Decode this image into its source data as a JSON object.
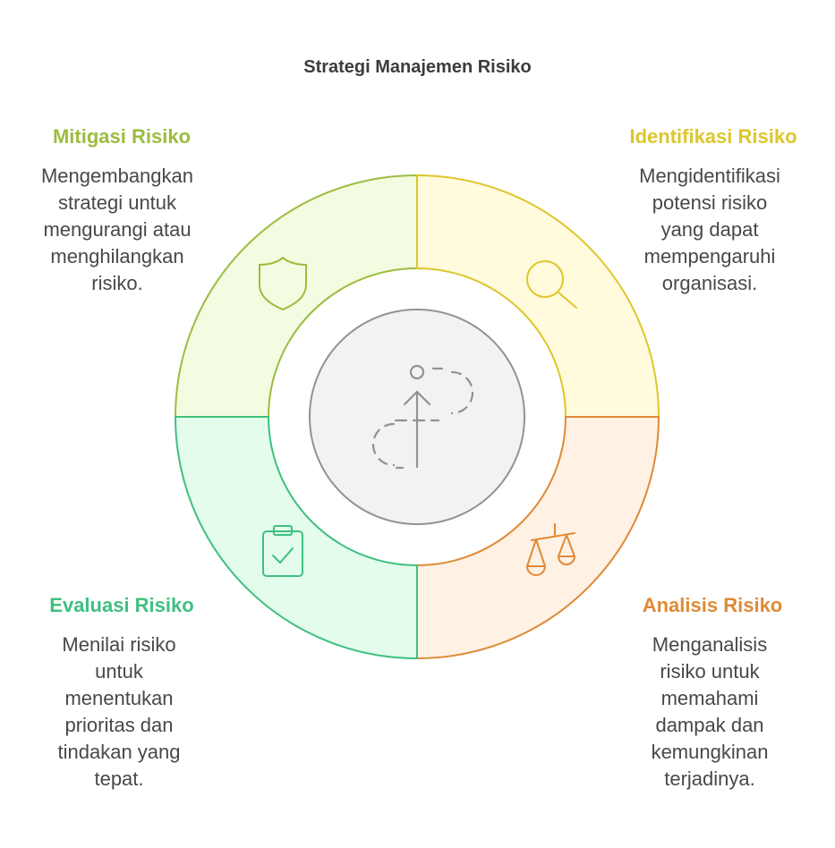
{
  "title": "Strategi Manajemen Risiko",
  "quadrants": [
    {
      "key": "mitigasi",
      "heading": "Mitigasi Risiko",
      "description": [
        "Mengembangkan",
        "strategi untuk",
        "mengurangi atau",
        "menghilangkan",
        "risiko."
      ],
      "icon": "shield-icon",
      "color": "#9bbd3f",
      "fill": "#f3fbe0"
    },
    {
      "key": "identifikasi",
      "heading": "Identifikasi Risiko",
      "description": [
        "Mengidentifikasi",
        "potensi risiko",
        "yang dapat",
        "mempengaruhi",
        "organisasi."
      ],
      "icon": "magnifier-icon",
      "color": "#ddc62c",
      "fill": "#fffbdc"
    },
    {
      "key": "evaluasi",
      "heading": "Evaluasi Risiko",
      "description": [
        "Menilai risiko",
        "untuk",
        "menentukan",
        "prioritas dan",
        "tindakan yang",
        "tepat."
      ],
      "icon": "clipboard-check-icon",
      "color": "#3fc07e",
      "fill": "#e3fcec"
    },
    {
      "key": "analisis",
      "heading": "Analisis Risiko",
      "description": [
        "Menganalisis",
        "risiko untuk",
        "memahami",
        "dampak dan",
        "kemungkinan",
        "terjadinya."
      ],
      "icon": "scales-icon",
      "color": "#df8a35",
      "fill": "#fff1e4"
    }
  ],
  "center": {
    "icon": "path-up-arrow-icon",
    "color": "#929292",
    "fill": "#f2f2f2"
  },
  "text_color": "#484848"
}
